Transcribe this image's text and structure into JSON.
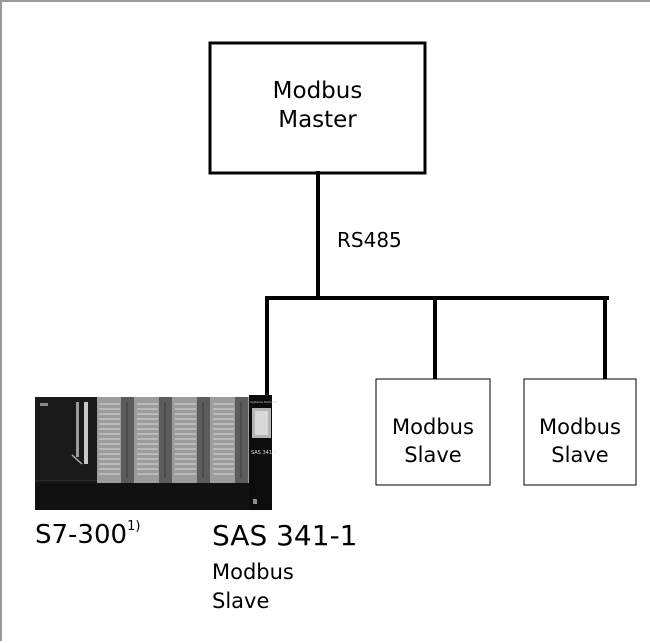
{
  "master": {
    "line1": "Modbus",
    "line2": "Master"
  },
  "bus_label": "RS485",
  "slave_a": {
    "line1": "Modbus",
    "line2": "Slave"
  },
  "slave_b": {
    "line1": "Modbus",
    "line2": "Slave"
  },
  "plc": {
    "label": "S7-300",
    "footnote": "1)",
    "module_brand": "Systeme Helmholz",
    "module_face": "SAS 341-1"
  },
  "sas": {
    "title": "SAS 341-1",
    "line1": "Modbus",
    "line2": "Slave"
  }
}
